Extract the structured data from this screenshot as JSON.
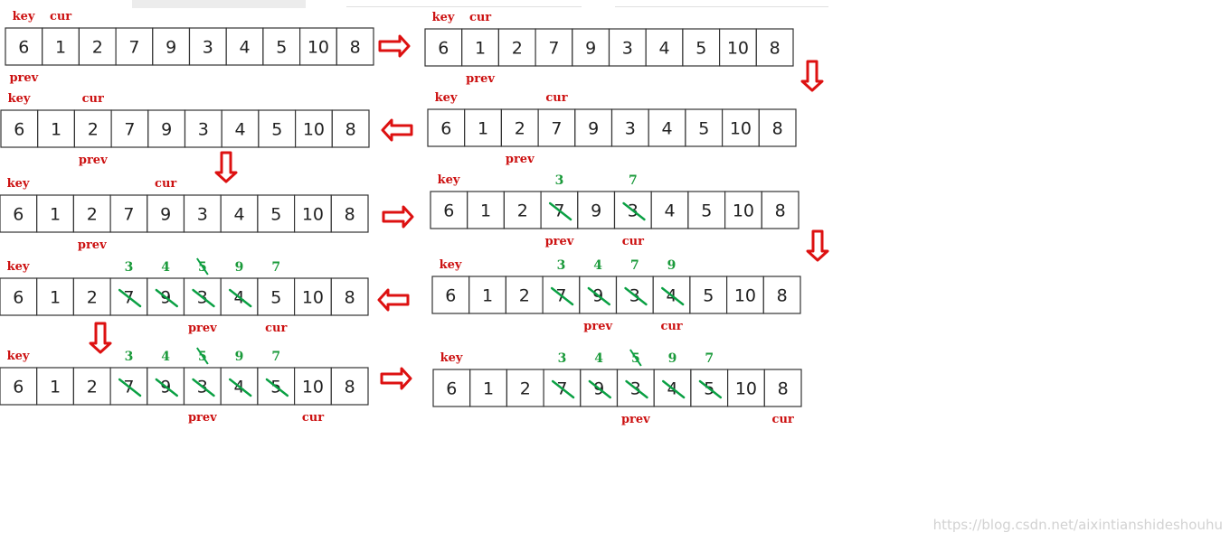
{
  "watermark": "https://blog.csdn.net/aixintianshideshouhu",
  "colors": {
    "label": "#cc1111",
    "strike": "#0aa043",
    "green_text": "#1a9a3a",
    "arrow": "#dd1111",
    "cell_border": "#333333"
  },
  "steps": [
    {
      "values": [
        "6",
        "1",
        "2",
        "7",
        "9",
        "3",
        "4",
        "5",
        "10",
        "8"
      ],
      "strikes": [],
      "key": "key",
      "cur": "cur",
      "prev": "prev",
      "curIdx": 1,
      "prevIdx": 0,
      "prevPos": "below",
      "curPos": "above",
      "green": []
    },
    {
      "values": [
        "6",
        "1",
        "2",
        "7",
        "9",
        "3",
        "4",
        "5",
        "10",
        "8"
      ],
      "strikes": [],
      "key": "key",
      "cur": "cur",
      "prev": "prev",
      "curIdx": 1,
      "prevIdx": 1,
      "prevPos": "below",
      "curPos": "above",
      "green": []
    },
    {
      "values": [
        "6",
        "1",
        "2",
        "7",
        "9",
        "3",
        "4",
        "5",
        "10",
        "8"
      ],
      "strikes": [],
      "key": "key",
      "cur": "cur",
      "prev": "prev",
      "curIdx": 2,
      "prevIdx": 2,
      "prevPos": "below",
      "curPos": "above",
      "green": []
    },
    {
      "values": [
        "6",
        "1",
        "2",
        "7",
        "9",
        "3",
        "4",
        "5",
        "10",
        "8"
      ],
      "strikes": [],
      "key": "key",
      "cur": "cur",
      "prev": "prev",
      "curIdx": 3,
      "prevIdx": 2,
      "prevPos": "below",
      "curPos": "above",
      "green": []
    },
    {
      "values": [
        "6",
        "1",
        "2",
        "7",
        "9",
        "3",
        "4",
        "5",
        "10",
        "8"
      ],
      "strikes": [],
      "key": "key",
      "cur": "cur",
      "prev": "prev",
      "curIdx": 4,
      "prevIdx": 2,
      "prevPos": "below",
      "curPos": "above",
      "green": []
    },
    {
      "values": [
        "6",
        "1",
        "2",
        "7",
        "9",
        "3",
        "4",
        "5",
        "10",
        "8"
      ],
      "strikes": [
        3,
        5
      ],
      "key": "key",
      "cur": "cur",
      "prev": "prev",
      "curIdx": 5,
      "prevIdx": 3,
      "prevPos": "below",
      "curPos": "below",
      "green": [
        {
          "i": 3,
          "t": "3"
        },
        {
          "i": 5,
          "t": "7"
        }
      ]
    },
    {
      "values": [
        "6",
        "1",
        "2",
        "7",
        "9",
        "3",
        "4",
        "5",
        "10",
        "8"
      ],
      "strikes": [
        3,
        4,
        5,
        6
      ],
      "key": "key",
      "cur": "cur",
      "prev": "prev",
      "curIdx": 6,
      "prevIdx": 4,
      "prevPos": "below",
      "curPos": "below",
      "green": [
        {
          "i": 3,
          "t": "3"
        },
        {
          "i": 4,
          "t": "4"
        },
        {
          "i": 5,
          "t": "7"
        },
        {
          "i": 6,
          "t": "9"
        }
      ]
    },
    {
      "values": [
        "6",
        "1",
        "2",
        "7",
        "9",
        "3",
        "4",
        "5",
        "10",
        "8"
      ],
      "strikes": [
        3,
        4,
        5,
        6
      ],
      "key": "key",
      "cur": "cur",
      "prev": "prev",
      "curIdx": 7,
      "prevIdx": 5,
      "prevPos": "below",
      "curPos": "below",
      "green": [
        {
          "i": 3,
          "t": "3"
        },
        {
          "i": 4,
          "t": "4"
        },
        {
          "i": 5,
          "t": "5",
          "struck": true
        },
        {
          "i": 6,
          "t": "9"
        },
        {
          "i": 7,
          "t": "7"
        }
      ]
    },
    {
      "values": [
        "6",
        "1",
        "2",
        "7",
        "9",
        "3",
        "4",
        "5",
        "10",
        "8"
      ],
      "strikes": [
        3,
        4,
        5,
        6,
        7
      ],
      "key": "key",
      "cur": "cur",
      "prev": "prev",
      "curIdx": 8,
      "prevIdx": 5,
      "prevPos": "below",
      "curPos": "below",
      "green": [
        {
          "i": 3,
          "t": "3"
        },
        {
          "i": 4,
          "t": "4"
        },
        {
          "i": 5,
          "t": "5",
          "struck": true
        },
        {
          "i": 6,
          "t": "9"
        },
        {
          "i": 7,
          "t": "7"
        }
      ]
    },
    {
      "values": [
        "6",
        "1",
        "2",
        "7",
        "9",
        "3",
        "4",
        "5",
        "10",
        "8"
      ],
      "strikes": [
        3,
        4,
        5,
        6,
        7
      ],
      "key": "key",
      "cur": "cur",
      "prev": "prev",
      "curIdx": 9,
      "prevIdx": 5,
      "prevPos": "below",
      "curPos": "below",
      "green": [
        {
          "i": 3,
          "t": "3"
        },
        {
          "i": 4,
          "t": "4"
        },
        {
          "i": 5,
          "t": "5",
          "struck": true
        },
        {
          "i": 6,
          "t": "9"
        },
        {
          "i": 7,
          "t": "7"
        }
      ]
    }
  ]
}
